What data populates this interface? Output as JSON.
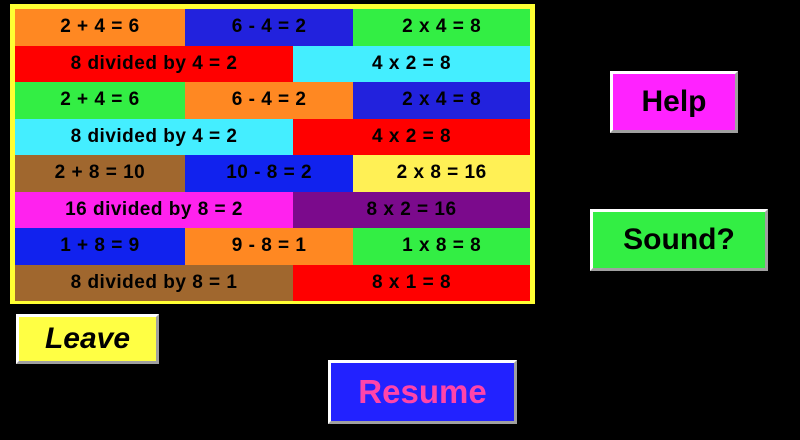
{
  "background_color": "#000000",
  "fact_table": {
    "border_color": "#FFFF33",
    "rows": [
      {
        "layout": "3",
        "cells": [
          {
            "text": "2 + 4 = 6",
            "bg": "#FF8822"
          },
          {
            "text": "6 - 4 = 2",
            "bg": "#2222DD"
          },
          {
            "text": "2 x 4 = 8",
            "bg": "#33EE44"
          }
        ]
      },
      {
        "layout": "2",
        "cells": [
          {
            "text": "8 divided by 4 = 2",
            "bg": "#FF0000"
          },
          {
            "text": "4 x 2 = 8",
            "bg": "#44EEFF"
          }
        ]
      },
      {
        "layout": "3",
        "cells": [
          {
            "text": "2 + 4 = 6",
            "bg": "#33EE44"
          },
          {
            "text": "6 - 4 = 2",
            "bg": "#FF8822"
          },
          {
            "text": "2 x 4 = 8",
            "bg": "#2222DD"
          }
        ]
      },
      {
        "layout": "2",
        "cells": [
          {
            "text": "8 divided by 4 = 2",
            "bg": "#44EEFF"
          },
          {
            "text": "4 x 2 = 8",
            "bg": "#FF0000"
          }
        ]
      },
      {
        "layout": "3",
        "cells": [
          {
            "text": "2 + 8 = 10",
            "bg": "#A0672E"
          },
          {
            "text": "10 - 8 = 2",
            "bg": "#1122EE"
          },
          {
            "text": "2 x 8 = 16",
            "bg": "#FFF055"
          }
        ]
      },
      {
        "layout": "2",
        "cells": [
          {
            "text": "16 divided by 8 = 2",
            "bg": "#FF22EE"
          },
          {
            "text": "8 x 2 = 16",
            "bg": "#7B0A8C"
          }
        ]
      },
      {
        "layout": "3",
        "cells": [
          {
            "text": "1 + 8 = 9",
            "bg": "#1122EE"
          },
          {
            "text": "9 - 8 = 1",
            "bg": "#FF8822"
          },
          {
            "text": "1 x 8 = 8",
            "bg": "#33EE44"
          }
        ]
      },
      {
        "layout": "2",
        "cells": [
          {
            "text": "8 divided by 8 = 1",
            "bg": "#A0672E"
          },
          {
            "text": "8 x 1 = 8",
            "bg": "#FF0000"
          }
        ]
      }
    ]
  },
  "buttons": {
    "help": {
      "label": "Help",
      "bg": "#FF22FF",
      "fg": "#000000"
    },
    "sound": {
      "label": "Sound?",
      "bg": "#33EE44",
      "fg": "#000000"
    },
    "leave": {
      "label": "Leave",
      "bg": "#FFFF44",
      "fg": "#000000"
    },
    "resume": {
      "label": "Resume",
      "bg": "#2222FF",
      "fg": "#FF44AA"
    }
  }
}
